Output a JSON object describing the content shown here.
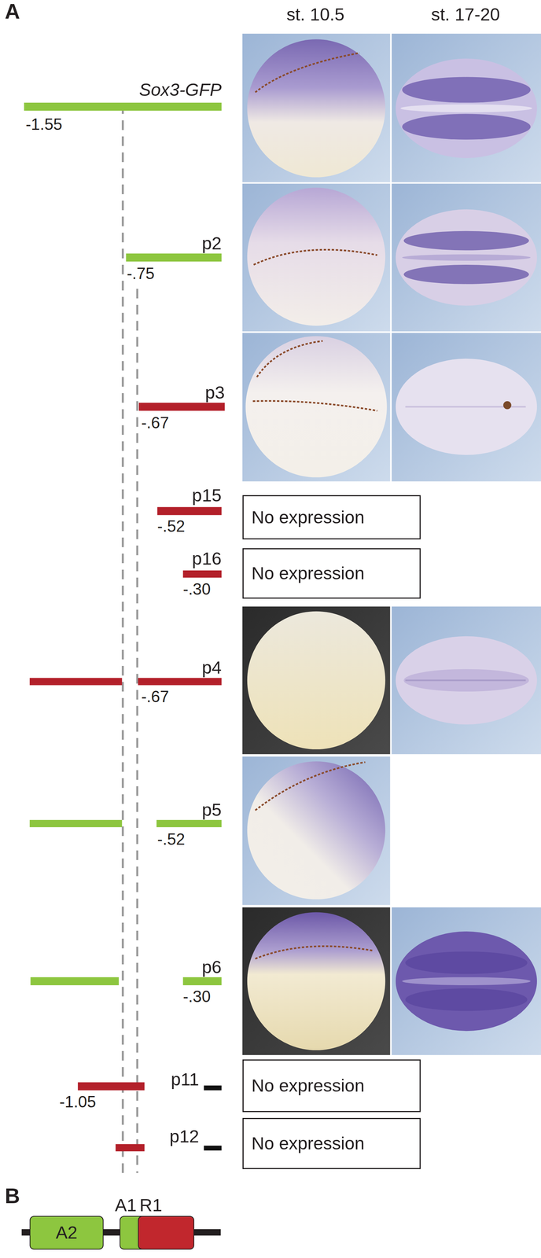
{
  "diagram": {
    "nodes": [
      {
        "text": [
          "No expression"
        ]
      },
      {
        "text": [
          "No expression"
        ]
      },
      {
        "text": [
          "No expression"
        ]
      },
      {
        "text": [
          "No expression"
        ]
      },
      {
        "text": [
          "A2"
        ]
      },
      {
        "text": [
          "A1"
        ]
      },
      {
        "text": [
          "R1"
        ]
      }
    ],
    "labels": [
      "A",
      "st. 10.5",
      "st. 17-20",
      "Sox3-GFP",
      "-1.55",
      "p2",
      "-.75",
      "p3",
      "-.67",
      "p15",
      "-.52",
      "p16",
      "-.30",
      "p4",
      "-.67",
      "p5",
      "-.52",
      "p6",
      "-.30",
      "p11",
      "-1.05",
      "p12",
      "B"
    ]
  }
}
